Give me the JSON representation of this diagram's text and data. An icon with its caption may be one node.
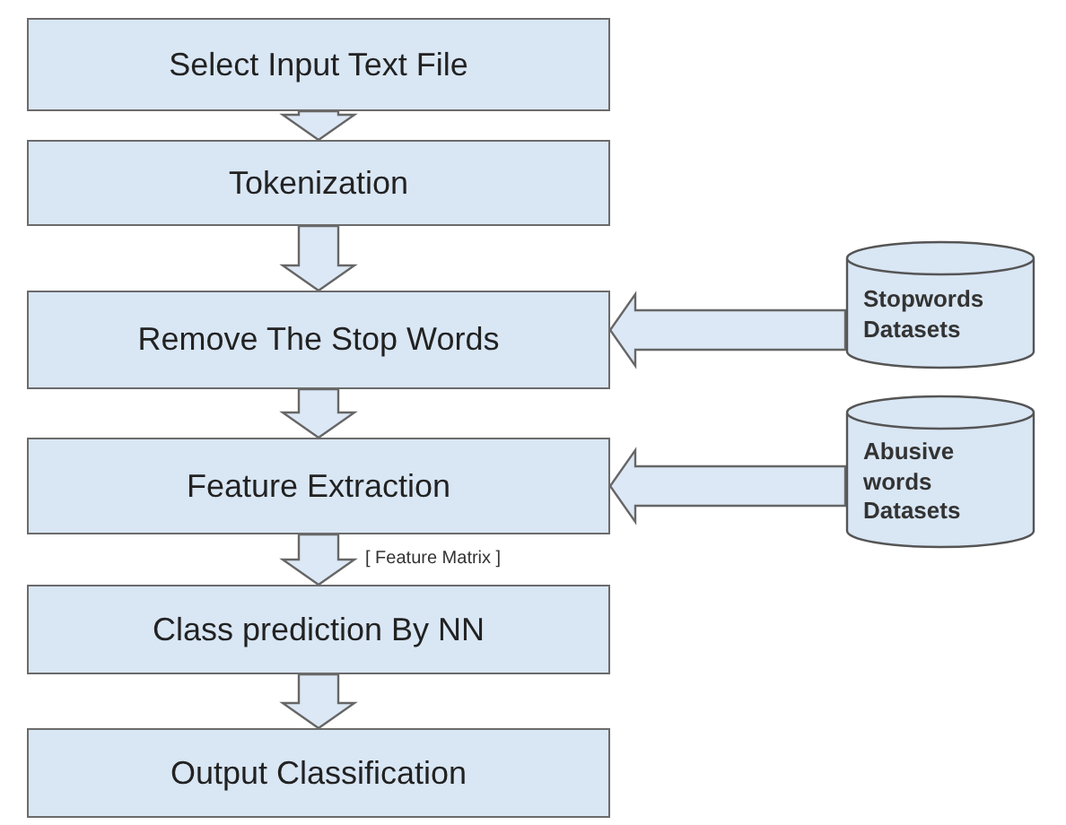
{
  "diagram": {
    "nodes": [
      {
        "text": [
          "Select Input Text File"
        ]
      },
      {
        "text": [
          "Tokenization"
        ]
      },
      {
        "text": [
          "Remove The Stop Words"
        ]
      },
      {
        "text": [
          "Feature Extraction"
        ]
      },
      {
        "text": [
          "Class prediction By NN"
        ]
      },
      {
        "text": [
          "Output Classification"
        ]
      },
      {
        "text": [
          "Stopwords Datasets"
        ]
      },
      {
        "text": [
          "Abusive words Datasets"
        ]
      }
    ],
    "edges": [
      {
        "from": 0,
        "to": 1,
        "arrow": "to"
      },
      {
        "from": 1,
        "to": 2,
        "arrow": "to"
      },
      {
        "from": 2,
        "to": 3,
        "arrow": "to"
      },
      {
        "from": 3,
        "to": 4,
        "arrow": "to",
        "label": "[ Feature Matrix ]"
      },
      {
        "from": 4,
        "to": 5,
        "arrow": "to"
      },
      {
        "from": 6,
        "to": 2,
        "arrow": "to"
      },
      {
        "from": 7,
        "to": 3,
        "arrow": "to"
      }
    ]
  }
}
